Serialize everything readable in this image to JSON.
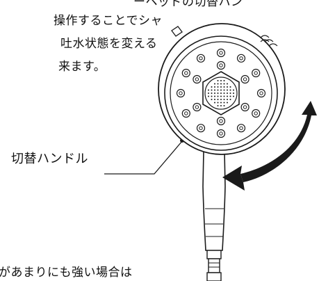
{
  "description_text": {
    "line1": "ーヘッドの切替ハン",
    "line2": "操作することでシャ",
    "line3": "吐水状態を変える",
    "line4": "来ます。"
  },
  "callout": {
    "label": "切替ハンドル"
  },
  "bottom_note": "があまりにも強い場合は",
  "illustration": {
    "subject": "shower-head",
    "head_marking": "ミミミ",
    "arrow_direction": "bidirectional-rotation",
    "colors": {
      "line": "#1a1a1a",
      "fill": "#ffffff"
    }
  }
}
